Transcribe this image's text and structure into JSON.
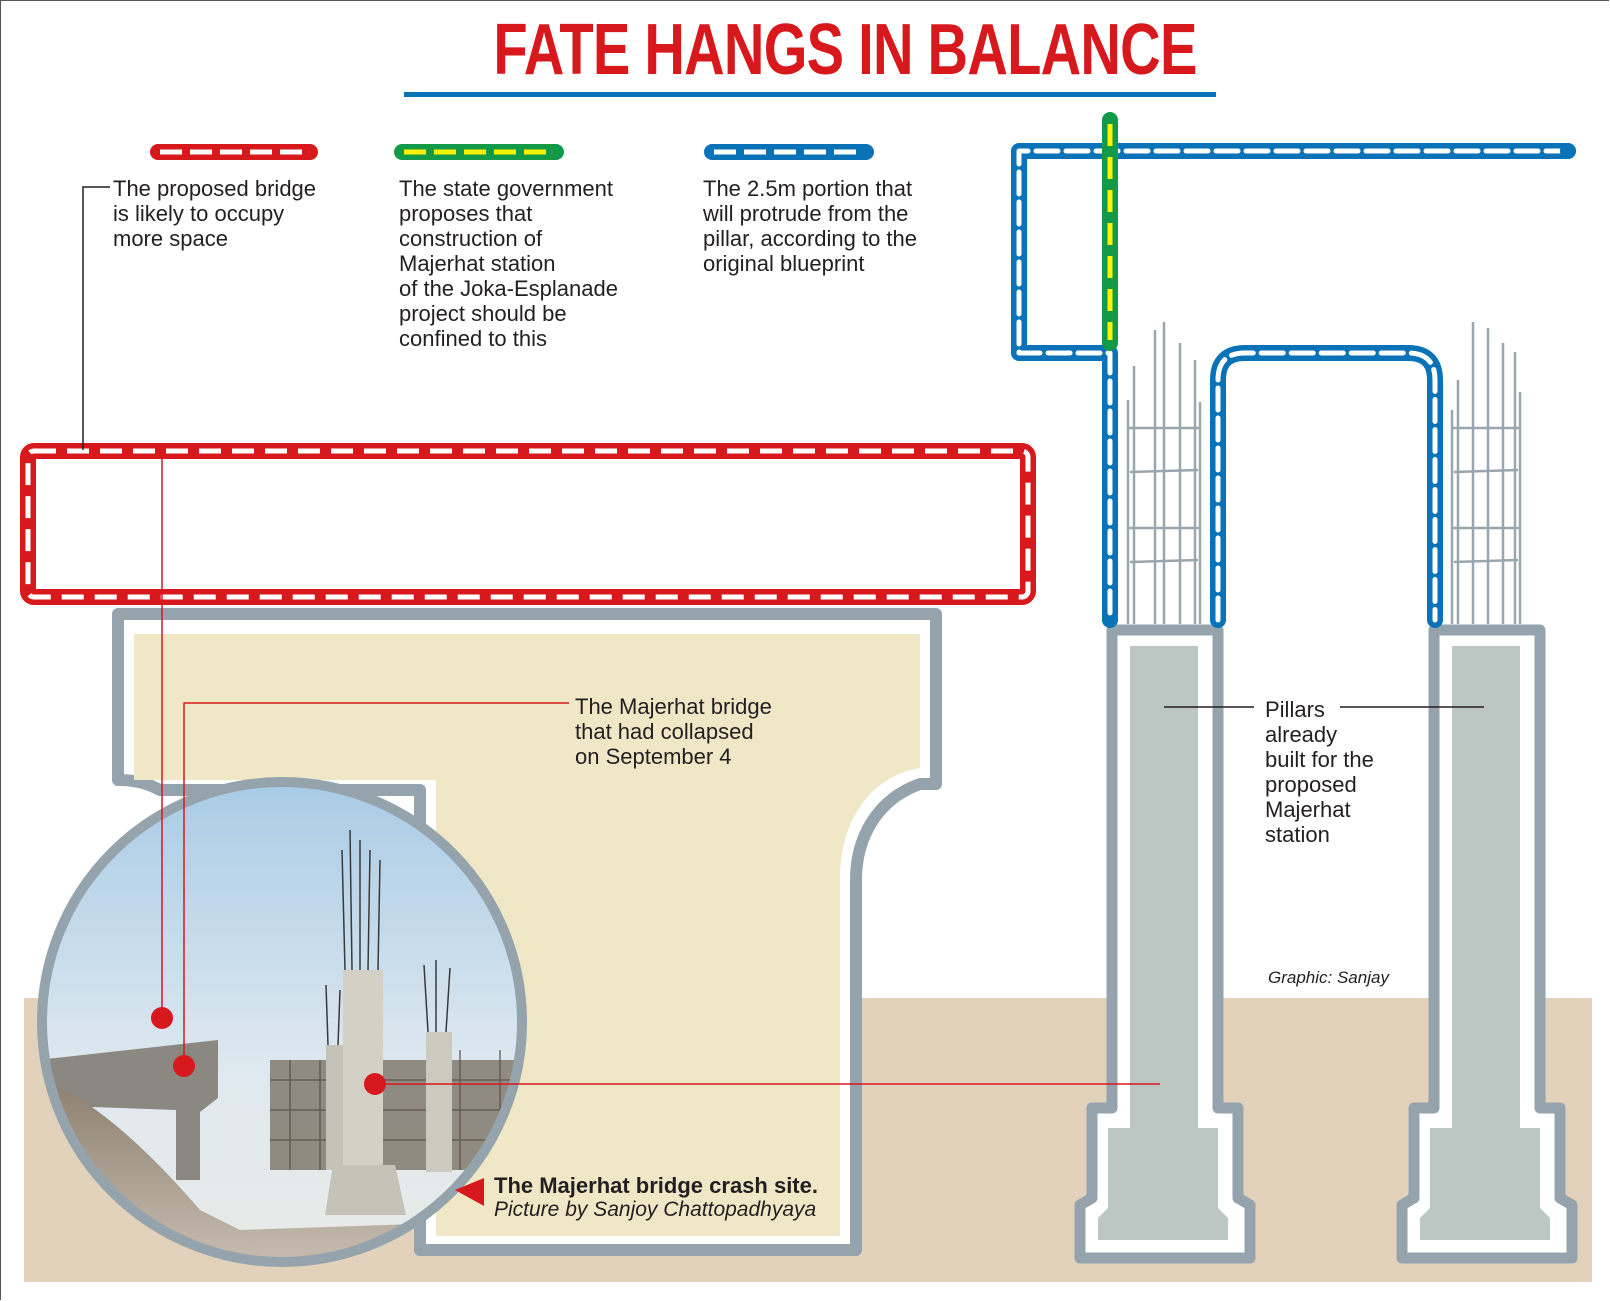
{
  "title": "FATE HANGS IN BALANCE",
  "colors": {
    "title_red": "#d7191e",
    "title_rule_blue": "#0a72b6",
    "proposed_bridge_red": "#d7191e",
    "state_proposal_green": "#129a48",
    "state_proposal_yellow": "#fff200",
    "blueprint_blue": "#0a72b6",
    "structure_outline": "#95a3ad",
    "pillar_fill": "#bcc6c3",
    "collapsed_bridge_fill": "#efe7c6",
    "ground": "#e2d2bc",
    "rebar": "#9aa6ae"
  },
  "legend": [
    {
      "id": "proposed-bridge",
      "line_style": "red-dashed",
      "lines": [
        "The proposed bridge",
        "is likely to occupy",
        "more space"
      ]
    },
    {
      "id": "state-proposal",
      "line_style": "green-yellow-dashed",
      "lines": [
        "The state government",
        "proposes that",
        "construction of",
        "Majerhat station",
        "of the Joka-Esplanade",
        "project should be",
        "confined to this"
      ]
    },
    {
      "id": "original-blueprint",
      "line_style": "blue-dashed",
      "lines": [
        "The 2.5m portion that",
        "will protrude from the",
        "pillar, according to the",
        "original blueprint"
      ]
    }
  ],
  "callouts": {
    "collapsed_bridge": [
      "The Majerhat bridge",
      "that had collapsed",
      "on September 4"
    ],
    "pillars": [
      "Pillars",
      "already",
      "built for the",
      "proposed",
      "Majerhat",
      "station"
    ]
  },
  "photo_caption": {
    "headline": "The Majerhat bridge crash site.",
    "credit": "Picture by Sanjoy Chattopadhyaya"
  },
  "graphic_credit": "Graphic: Sanjay"
}
